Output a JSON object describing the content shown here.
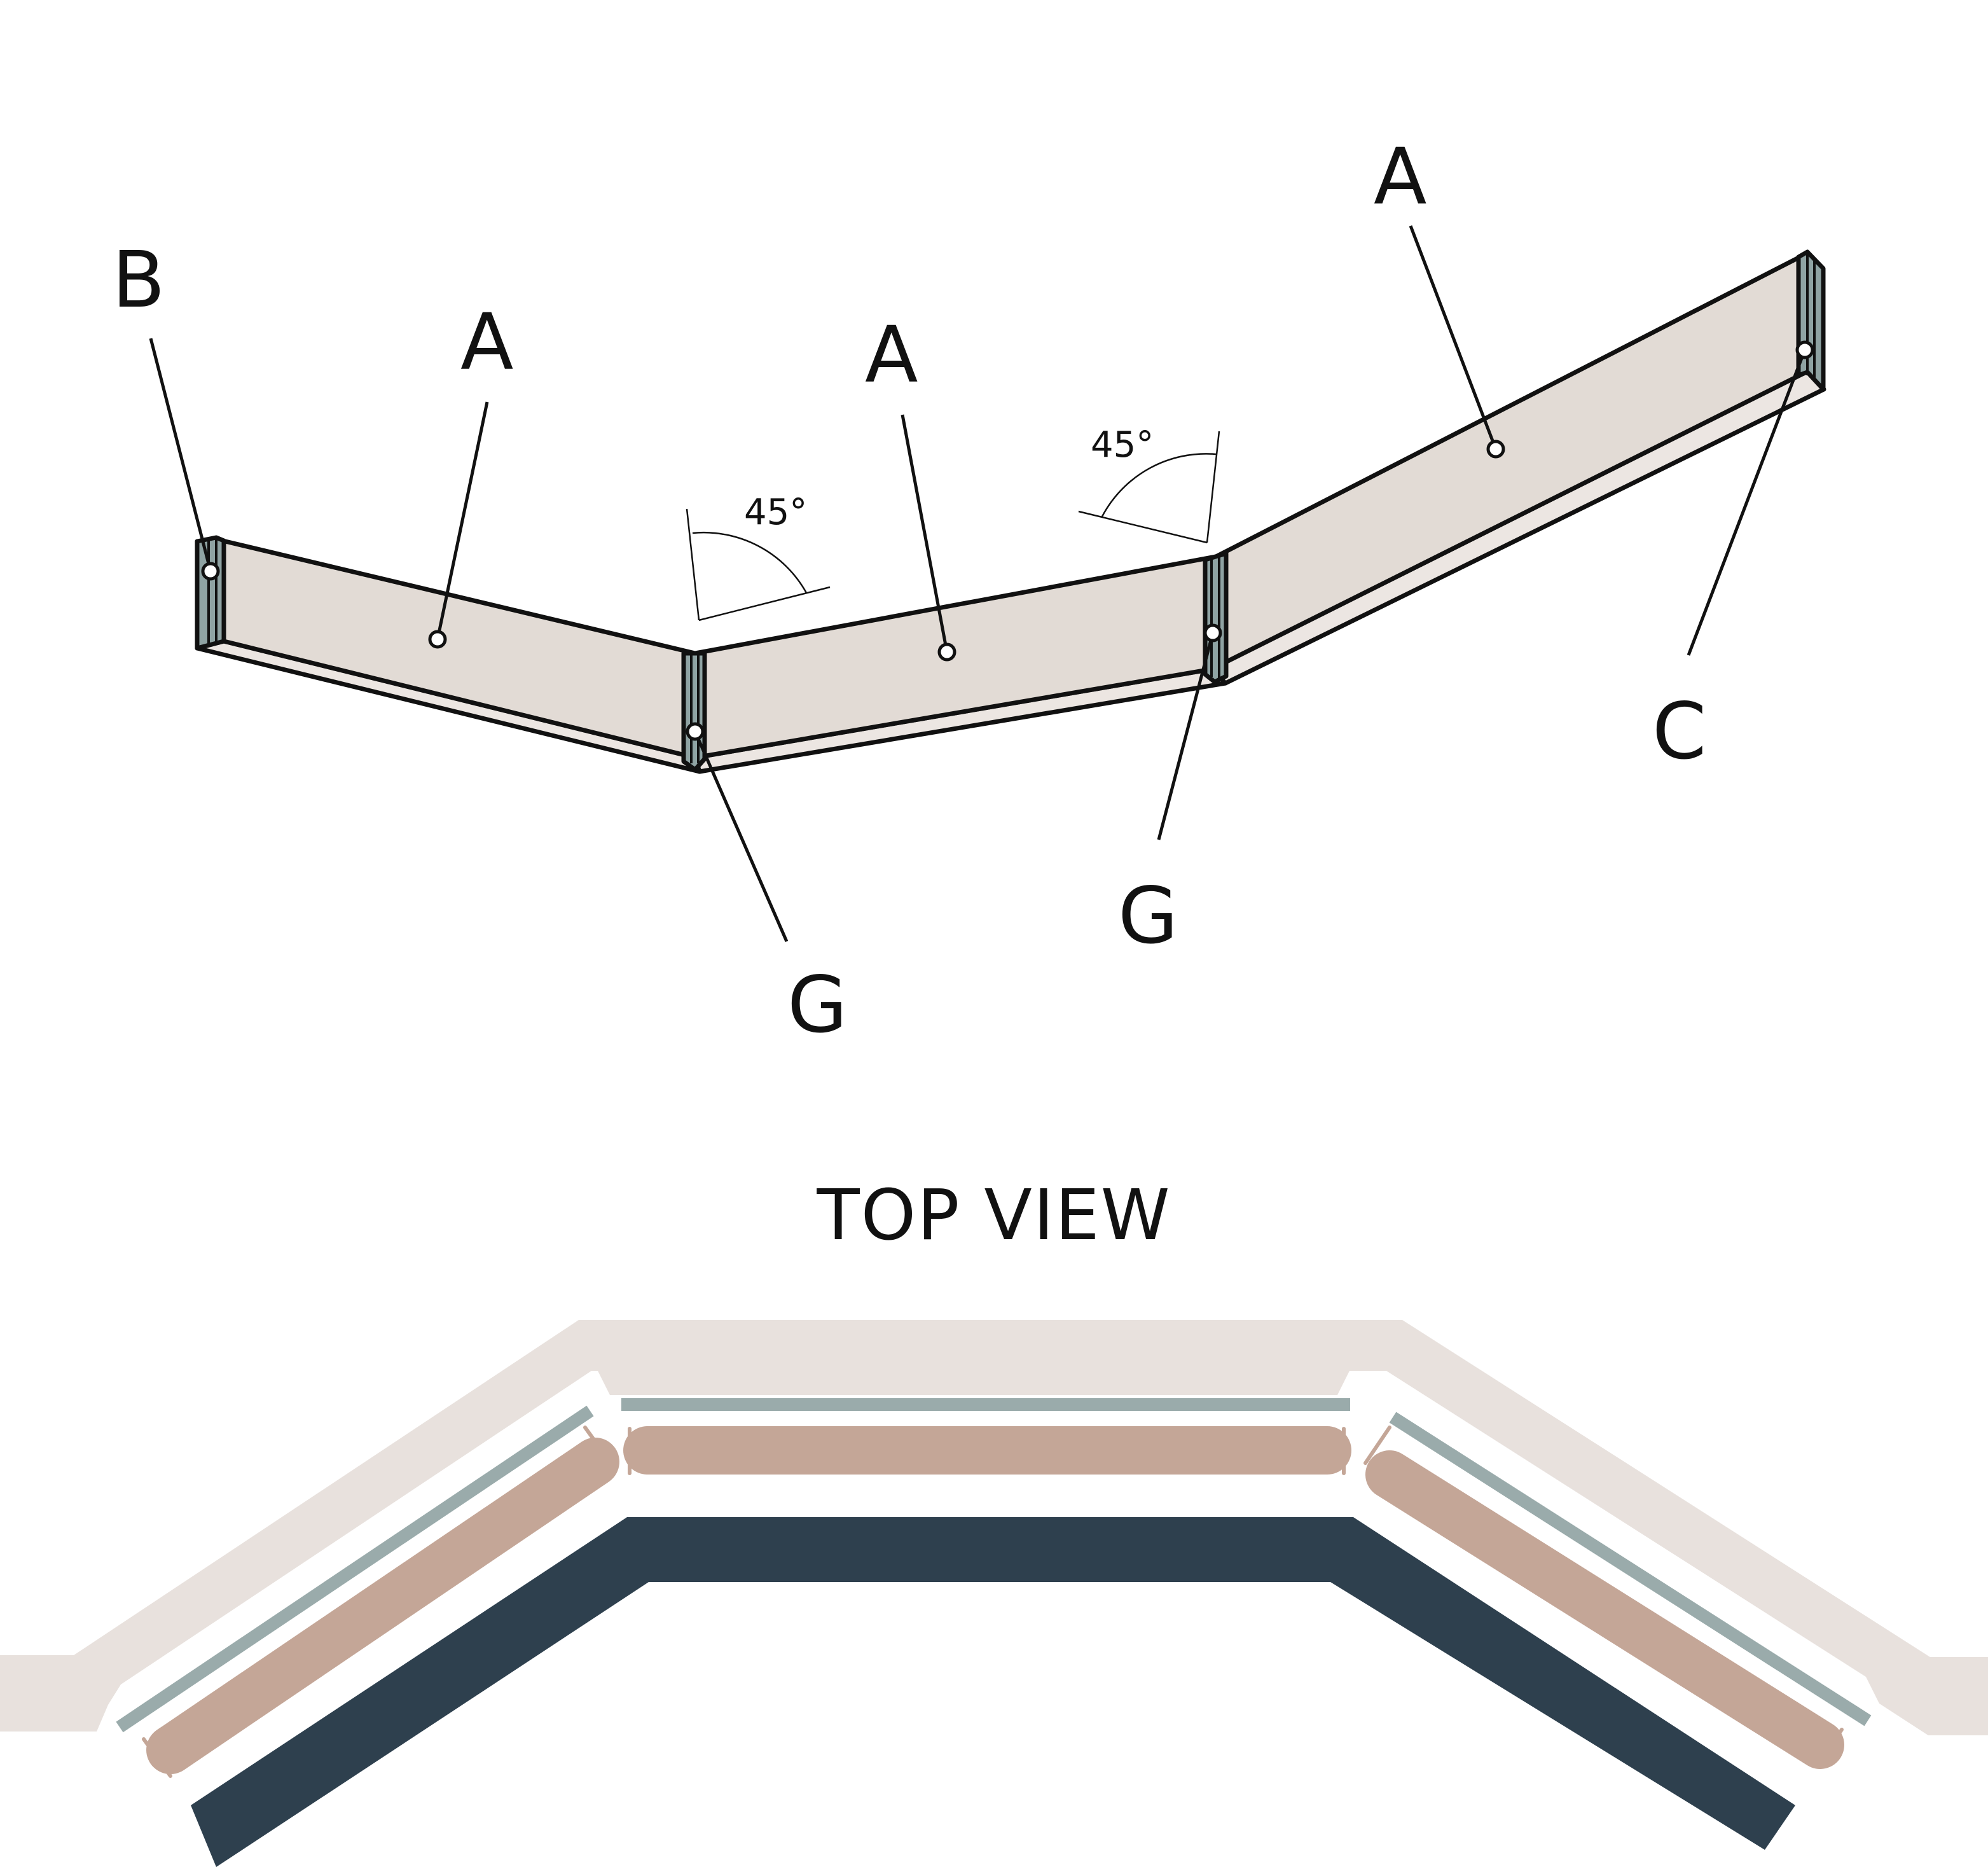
{
  "diagram": {
    "labels": {
      "b": "B",
      "a1": "A",
      "a2": "A",
      "a3": "A",
      "g1": "G",
      "g2": "G",
      "c": "C"
    },
    "angles": {
      "left": "45°",
      "right": "45°"
    },
    "top_view_title": "TOP VIEW",
    "colors": {
      "panel_fill": "#e2dbd5",
      "bracket_fill": "#8fa3a3",
      "outline": "#111111",
      "wall": "#e8e1dd",
      "rail": "#9aabab",
      "cushion": "#c4a697",
      "base": "#2e404e"
    }
  }
}
